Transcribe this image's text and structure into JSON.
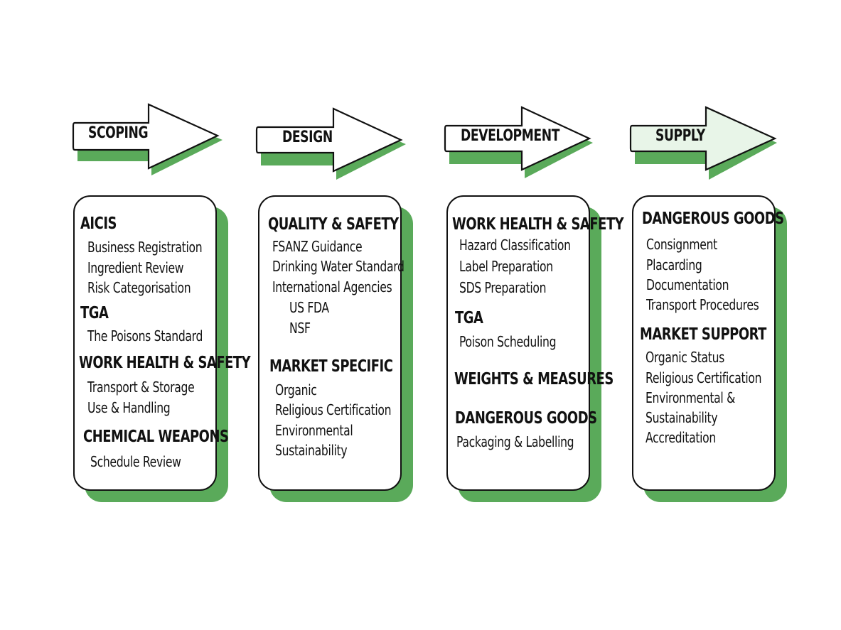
{
  "arrows": [
    {
      "label": "SCOPING",
      "fill": "#ffffff"
    },
    {
      "label": "DESIGN",
      "fill": "#ffffff"
    },
    {
      "label": "DEVELOPMENT",
      "fill": "#ffffff"
    },
    {
      "label": "SUPPLY",
      "fill": "#e8f5e8"
    }
  ],
  "colors": {
    "shadow": "#5aaa5a",
    "outline": "#111111"
  },
  "columns": [
    {
      "lines": [
        {
          "text": "AICIS",
          "kind": "heading"
        },
        {
          "text": "Business Registration",
          "kind": "item"
        },
        {
          "text": "Ingredient Review",
          "kind": "item"
        },
        {
          "text": "Risk Categorisation",
          "kind": "item"
        },
        {
          "text": "TGA",
          "kind": "heading"
        },
        {
          "text": "The Poisons Standard",
          "kind": "item"
        },
        {
          "text": "WORK HEALTH & SAFETY",
          "kind": "heading"
        },
        {
          "text": "Transport & Storage",
          "kind": "item"
        },
        {
          "text": "Use & Handling",
          "kind": "item"
        },
        {
          "text": "CHEMICAL WEAPONS",
          "kind": "heading"
        },
        {
          "text": "Schedule Review",
          "kind": "item"
        }
      ]
    },
    {
      "lines": [
        {
          "text": "QUALITY & SAFETY",
          "kind": "heading"
        },
        {
          "text": "FSANZ Guidance",
          "kind": "item"
        },
        {
          "text": "Drinking Water Standard",
          "kind": "item"
        },
        {
          "text": "International Agencies",
          "kind": "item"
        },
        {
          "text": "US FDA",
          "kind": "item"
        },
        {
          "text": "NSF",
          "kind": "item"
        },
        {
          "text": "MARKET SPECIFIC",
          "kind": "heading"
        },
        {
          "text": "Organic",
          "kind": "item"
        },
        {
          "text": "Religious Certification",
          "kind": "item"
        },
        {
          "text": "Environmental",
          "kind": "item"
        },
        {
          "text": "Sustainability",
          "kind": "item"
        }
      ]
    },
    {
      "lines": [
        {
          "text": "WORK HEALTH & SAFETY",
          "kind": "heading"
        },
        {
          "text": "Hazard Classification",
          "kind": "item"
        },
        {
          "text": "Label Preparation",
          "kind": "item"
        },
        {
          "text": "SDS Preparation",
          "kind": "item"
        },
        {
          "text": "TGA",
          "kind": "heading"
        },
        {
          "text": "Poison Scheduling",
          "kind": "item"
        },
        {
          "text": "WEIGHTS & MEASURES",
          "kind": "heading"
        },
        {
          "text": "DANGEROUS GOODS",
          "kind": "heading"
        },
        {
          "text": "Packaging & Labelling",
          "kind": "item"
        }
      ]
    },
    {
      "lines": [
        {
          "text": "DANGEROUS GOODS",
          "kind": "heading"
        },
        {
          "text": "Consignment",
          "kind": "item"
        },
        {
          "text": "Placarding",
          "kind": "item"
        },
        {
          "text": "Documentation",
          "kind": "item"
        },
        {
          "text": "Transport Procedures",
          "kind": "item"
        },
        {
          "text": "MARKET SUPPORT",
          "kind": "heading"
        },
        {
          "text": "Organic Status",
          "kind": "item"
        },
        {
          "text": "Religious Certification",
          "kind": "item"
        },
        {
          "text": "Environmental &",
          "kind": "item"
        },
        {
          "text": "Sustainability",
          "kind": "item"
        },
        {
          "text": "Accreditation",
          "kind": "item"
        }
      ]
    }
  ]
}
